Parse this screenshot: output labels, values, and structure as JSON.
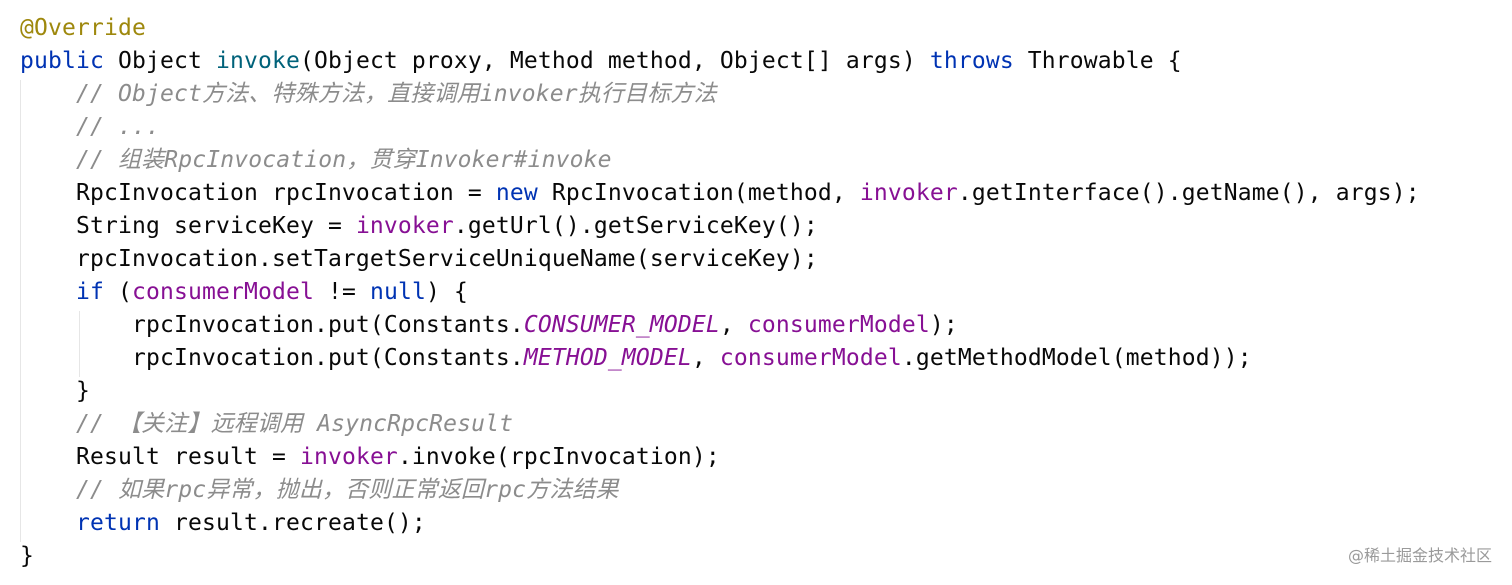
{
  "editor": {
    "theme_colors": {
      "annotation": "#9e880d",
      "keyword": "#0033b3",
      "method_declaration": "#00627a",
      "field": "#871094",
      "comment": "#8c8c8c",
      "text": "#080808",
      "background": "#ffffff"
    },
    "lines": [
      {
        "tokens": [
          {
            "text": "@Override",
            "kind": "annotation"
          }
        ]
      },
      {
        "tokens": [
          {
            "text": "public",
            "kind": "keyword"
          },
          {
            "text": " Object ",
            "kind": "default"
          },
          {
            "text": "invoke",
            "kind": "method-decl"
          },
          {
            "text": "(Object proxy, Method method, Object[] args) ",
            "kind": "default"
          },
          {
            "text": "throws",
            "kind": "keyword"
          },
          {
            "text": " Throwable {",
            "kind": "default"
          }
        ]
      },
      {
        "tokens": [
          {
            "text": "    // Object方法、特殊方法，直接调用invoker执行目标方法",
            "kind": "comment"
          }
        ]
      },
      {
        "tokens": [
          {
            "text": "    // ...",
            "kind": "comment"
          }
        ]
      },
      {
        "tokens": [
          {
            "text": "    // 组装RpcInvocation，贯穿Invoker#invoke",
            "kind": "comment"
          }
        ]
      },
      {
        "tokens": [
          {
            "text": "    RpcInvocation rpcInvocation = ",
            "kind": "default"
          },
          {
            "text": "new",
            "kind": "keyword"
          },
          {
            "text": " RpcInvocation(method, ",
            "kind": "default"
          },
          {
            "text": "invoker",
            "kind": "field"
          },
          {
            "text": ".getInterface().getName(), args);",
            "kind": "default"
          }
        ]
      },
      {
        "tokens": [
          {
            "text": "    String serviceKey = ",
            "kind": "default"
          },
          {
            "text": "invoker",
            "kind": "field"
          },
          {
            "text": ".getUrl().getServiceKey();",
            "kind": "default"
          }
        ]
      },
      {
        "tokens": [
          {
            "text": "    rpcInvocation.setTargetServiceUniqueName(serviceKey);",
            "kind": "default"
          }
        ]
      },
      {
        "tokens": [
          {
            "text": "    ",
            "kind": "default"
          },
          {
            "text": "if",
            "kind": "keyword"
          },
          {
            "text": " (",
            "kind": "default"
          },
          {
            "text": "consumerModel",
            "kind": "field"
          },
          {
            "text": " != ",
            "kind": "default"
          },
          {
            "text": "null",
            "kind": "keyword"
          },
          {
            "text": ") {",
            "kind": "default"
          }
        ]
      },
      {
        "tokens": [
          {
            "text": "        rpcInvocation.put(Constants.",
            "kind": "default"
          },
          {
            "text": "CONSUMER_MODEL",
            "kind": "const"
          },
          {
            "text": ", ",
            "kind": "default"
          },
          {
            "text": "consumerModel",
            "kind": "field"
          },
          {
            "text": ");",
            "kind": "default"
          }
        ]
      },
      {
        "tokens": [
          {
            "text": "        rpcInvocation.put(Constants.",
            "kind": "default"
          },
          {
            "text": "METHOD_MODEL",
            "kind": "const"
          },
          {
            "text": ", ",
            "kind": "default"
          },
          {
            "text": "consumerModel",
            "kind": "field"
          },
          {
            "text": ".getMethodModel(method));",
            "kind": "default"
          }
        ]
      },
      {
        "tokens": [
          {
            "text": "    }",
            "kind": "default"
          }
        ]
      },
      {
        "tokens": [
          {
            "text": "    // 【关注】远程调用 AsyncRpcResult",
            "kind": "comment"
          }
        ]
      },
      {
        "tokens": [
          {
            "text": "    Result result = ",
            "kind": "default"
          },
          {
            "text": "invoker",
            "kind": "field"
          },
          {
            "text": ".invoke(rpcInvocation);",
            "kind": "default"
          }
        ]
      },
      {
        "tokens": [
          {
            "text": "    // 如果rpc异常，抛出，否则正常返回rpc方法结果",
            "kind": "comment"
          }
        ]
      },
      {
        "tokens": [
          {
            "text": "    ",
            "kind": "default"
          },
          {
            "text": "return",
            "kind": "keyword"
          },
          {
            "text": " result.recreate();",
            "kind": "default"
          }
        ]
      },
      {
        "tokens": [
          {
            "text": "}",
            "kind": "default"
          }
        ]
      }
    ]
  },
  "watermark": {
    "text": "@稀土掘金技术社区"
  }
}
